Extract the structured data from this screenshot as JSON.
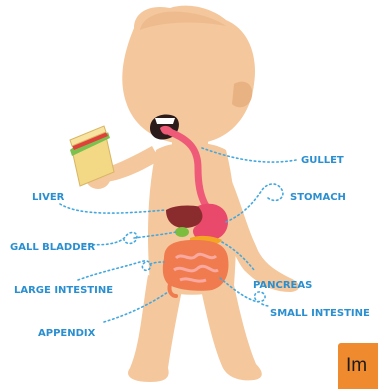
{
  "colors": {
    "skin": "#F4C79C",
    "skin_shadow": "#E8B283",
    "label": "#2A8FD0",
    "dotted": "#43A8DF",
    "gullet": "#EE5A78",
    "stomach": "#E9496A",
    "liver": "#8A2C2E",
    "gallbladder": "#7BBE3E",
    "intestine": "#EF7B4F",
    "small_intestine": "#F06D5E",
    "pancreas": "#F5A524",
    "sandwich_bread": "#F3D985",
    "lettuce": "#7CC150",
    "tomato": "#E0403A",
    "mouth": "#2B1B1B",
    "corner_button": "#F08A2E"
  },
  "labels": {
    "gullet": "GULLET",
    "stomach": "STOMACH",
    "liver": "LIVER",
    "gall_bladder": "GALL BLADDER",
    "large_intestine": "LARGE INTESTINE",
    "pancreas": "PANCREAS",
    "small_intestine": "SMALL INTESTINE",
    "appendix": "APPENDIX"
  },
  "corner_button": {
    "text": "Im"
  },
  "icons": {
    "sandwich": "sandwich-icon"
  }
}
